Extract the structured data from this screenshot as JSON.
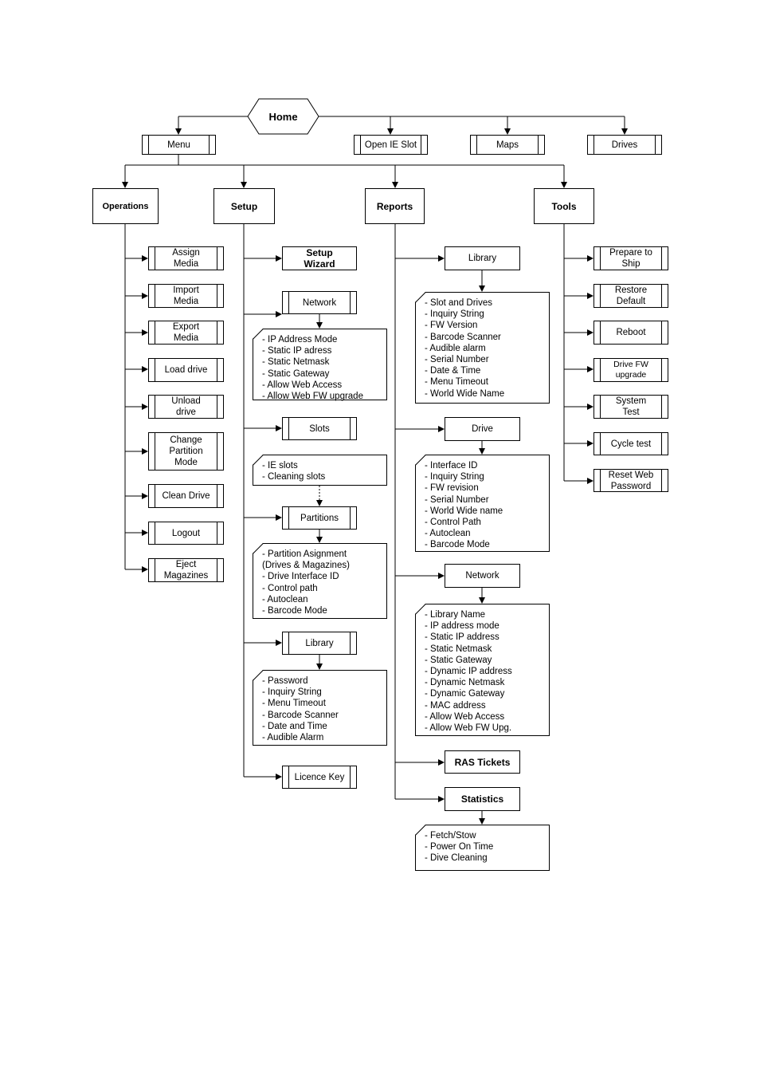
{
  "home": {
    "label": "Home"
  },
  "top_menu": {
    "menu": "Menu",
    "open_ie_slot": "Open IE Slot",
    "maps": "Maps",
    "drives": "Drives"
  },
  "categories": {
    "operations": "Operations",
    "setup": "Setup",
    "reports": "Reports",
    "tools": "Tools"
  },
  "operations": {
    "items": [
      "Assign\nMedia",
      "Import\nMedia",
      "Export\nMedia",
      "Load drive",
      "Unload\ndrive",
      "Change\nPartition\nMode",
      "Clean Drive",
      "Logout",
      "Eject\nMagazines"
    ]
  },
  "setup": {
    "wizard": "Setup Wizard",
    "network": "Network",
    "network_items": [
      "- IP Address Mode",
      "- Static IP adress",
      "- Static Netmask",
      "- Static Gateway",
      "- Allow Web Access",
      "- Allow Web FW upgrade"
    ],
    "slots": "Slots",
    "slots_items": [
      "- IE slots",
      "- Cleaning slots"
    ],
    "partitions": "Partitions",
    "partitions_items": [
      "- Partition Asignment\n  (Drives & Magazines)",
      "- Drive Interface ID",
      "- Control path",
      "- Autoclean",
      "- Barcode Mode"
    ],
    "library": "Library",
    "library_items": [
      "- Password",
      "- Inquiry String",
      "- Menu Timeout",
      "- Barcode Scanner",
      "- Date and Time",
      "- Audible Alarm"
    ],
    "licence_key": "Licence Key"
  },
  "reports": {
    "library": "Library",
    "library_items": [
      "- Slot and Drives",
      "- Inquiry String",
      "- FW Version",
      "- Barcode Scanner",
      "- Audible alarm",
      "- Serial Number",
      "- Date & Time",
      "- Menu Timeout",
      "- World Wide Name"
    ],
    "drive": "Drive",
    "drive_items": [
      "- Interface ID",
      "- Inquiry String",
      "- FW revision",
      "- Serial Number",
      "- World Wide name",
      "- Control Path",
      "- Autoclean",
      "- Barcode Mode"
    ],
    "network": "Network",
    "network_items": [
      "- Library Name",
      "- IP address mode",
      "- Static IP address",
      "- Static Netmask",
      "- Static Gateway",
      "- Dynamic IP address",
      "- Dynamic Netmask",
      "- Dynamic Gateway",
      "- MAC address",
      "- Allow Web Access",
      "- Allow Web FW Upg."
    ],
    "ras_tickets": "RAS Tickets",
    "statistics": "Statistics",
    "statistics_items": [
      "- Fetch/Stow",
      "- Power On Time",
      "- Dive Cleaning"
    ]
  },
  "tools": {
    "items": [
      "Prepare to\nShip",
      "Restore\nDefault",
      "Reboot",
      "Drive FW\nupgrade",
      "System\nTest",
      "Cycle test",
      "Reset Web\nPassword"
    ]
  }
}
